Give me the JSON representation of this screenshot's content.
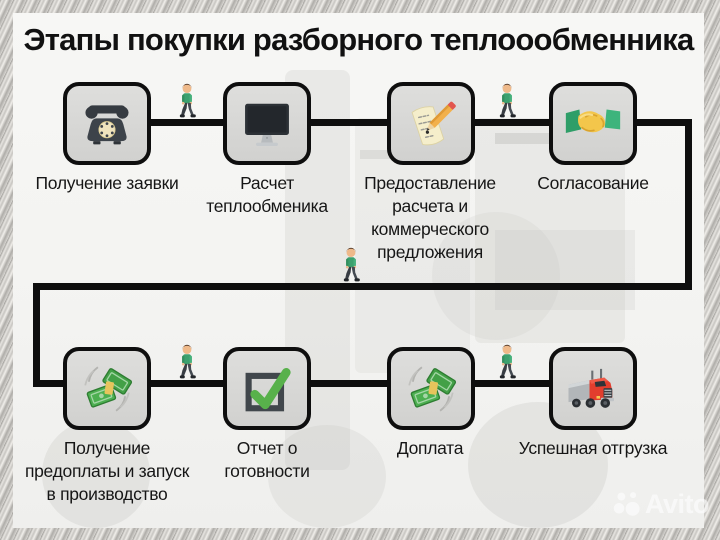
{
  "title": "Этапы покупки разборного теплоообменника",
  "steps": [
    {
      "label": "Получение заявки",
      "icon": "rotary-phone-icon"
    },
    {
      "label": "Расчет\nтеплообменика",
      "icon": "computer-monitor-icon"
    },
    {
      "label": "Предоставление\nрасчета и\nкоммерческого\nпредложения",
      "icon": "note-pencil-icon"
    },
    {
      "label": "Согласование",
      "icon": "handshake-icon"
    },
    {
      "label": "Получение\nпредоплаты и запуск\nв производство",
      "icon": "money-bundle-icon"
    },
    {
      "label": "Отчет о\nготовности",
      "icon": "checkbox-checked-icon"
    },
    {
      "label": "Доплата",
      "icon": "money-bundle-icon"
    },
    {
      "label": "Успешная отгрузка",
      "icon": "truck-icon"
    }
  ],
  "watermark": {
    "text": "Avito"
  },
  "colors": {
    "line": "#0e0e0e",
    "box_fill": "#d8d8d6",
    "box_border": "#0e0e0e",
    "panel": "#f5f5f3",
    "money_green": "#4caf50",
    "check_green": "#58b14b",
    "truck_red": "#e23e2e",
    "handshake_yellow": "#f3c64b",
    "pencil_yellow": "#f2b04b",
    "person_shirt_green": "#3ca06e"
  }
}
